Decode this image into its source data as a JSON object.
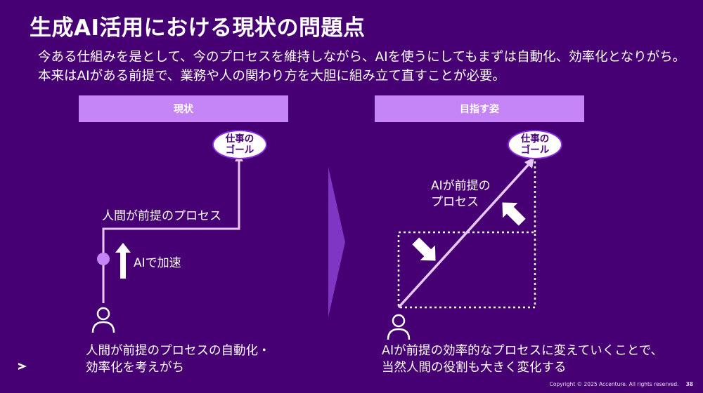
{
  "title": "生成AI活用における現状の問題点",
  "subtitle_lines": [
    "今ある仕組みを是として、今のプロセスを維持しながら、AIを使うにしてもまずは自動化、効率化となりがち。",
    "本来はAIがある前提で、業務や人の関わり方を大胆に組み立て直すことが必要。"
  ],
  "left_panel": {
    "header": "現状",
    "goal_line1": "仕事の",
    "goal_line2": "ゴール",
    "process_label": "人間が前提のプロセス",
    "accel_label": "AIで加速",
    "caption_line1": "人間が前提のプロセスの自動化・",
    "caption_line2": "効率化を考えがち"
  },
  "right_panel": {
    "header": "目指す姿",
    "goal_line1": "仕事の",
    "goal_line2": "ゴール",
    "process_label_line1": "AIが前提の",
    "process_label_line2": "プロセス",
    "caption_line1": "AIが前提の効率的なプロセスに変えていくことで、",
    "caption_line2": "当然人間の役割も大きく変化する"
  },
  "footer": {
    "copyright": "Copyright © 2025 Accenture. All rights reserved.",
    "page_number": "38"
  },
  "colors": {
    "background": "#460073",
    "header_fill": "#c685f6",
    "line_color": "#e8c9ff",
    "accent_dot": "#c685f6"
  },
  "icons": [
    "person-icon",
    "up-arrow-icon",
    "down-right-arrow-icon",
    "up-left-arrow-icon",
    "chevron-divider",
    "accenture-logo"
  ]
}
